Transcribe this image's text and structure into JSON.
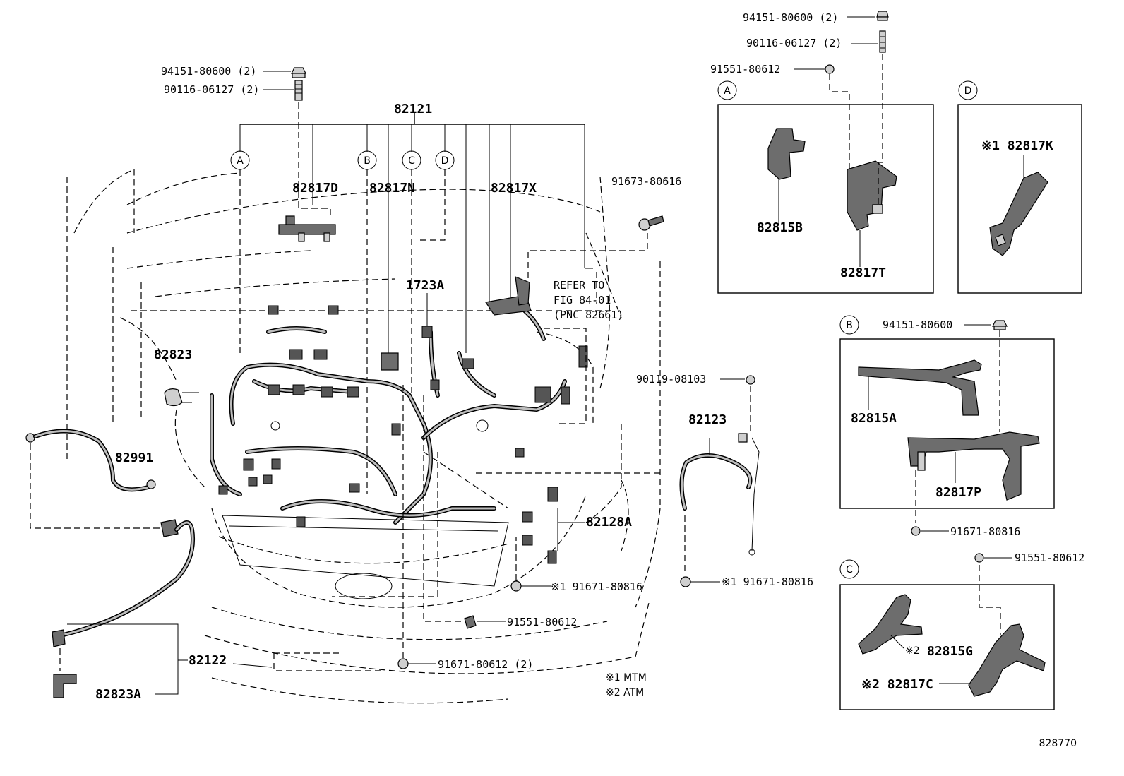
{
  "diagram_id": "828770",
  "labels": {
    "nut_a_top": "94151-80600 (2)",
    "stud_a_top": "90116-06127 (2)",
    "nut_main": "94151-80600 (2)",
    "stud_main": "90116-06127 (2)",
    "bolt_a_top": "91551-80612",
    "main_harness": "82121",
    "clamp_d": "82817D",
    "clamp_n": "82817N",
    "clamp_x": "82817X",
    "bolt_91673": "91673-80616",
    "part_1723a": "1723A",
    "refer_1": "REFER TO",
    "refer_2": "FIG 84-01",
    "refer_3": "(PNC 82661)",
    "part_82823": "82823",
    "part_82991": "82991",
    "bolt_90119": "90119-08103",
    "part_82123": "82123",
    "part_82128a": "82128A",
    "bolt_mtm_left": "※1 91671-80816",
    "bolt_mtm_right": "※1 91671-80816",
    "bolt_91551_bottom": "91551-80612",
    "bolt_91671_bottom": "91671-80612 (2)",
    "part_82122": "82122",
    "part_82823a": "82823A",
    "note_1": "※1 MTM",
    "note_2": "※2 ATM",
    "part_82815b": "82815B",
    "part_82817t": "82817T",
    "part_82817k": "※1 82817K",
    "nut_b": "94151-80600",
    "part_82815a": "82815A",
    "part_82817p": "82817P",
    "bolt_b": "91671-80816",
    "bolt_c": "91551-80612",
    "part_82815g_prefix": "※2",
    "part_82815g": "82815G",
    "part_82817c": "※2 82817C"
  },
  "callouts": {
    "a": "A",
    "b": "B",
    "c": "C",
    "d": "D"
  }
}
